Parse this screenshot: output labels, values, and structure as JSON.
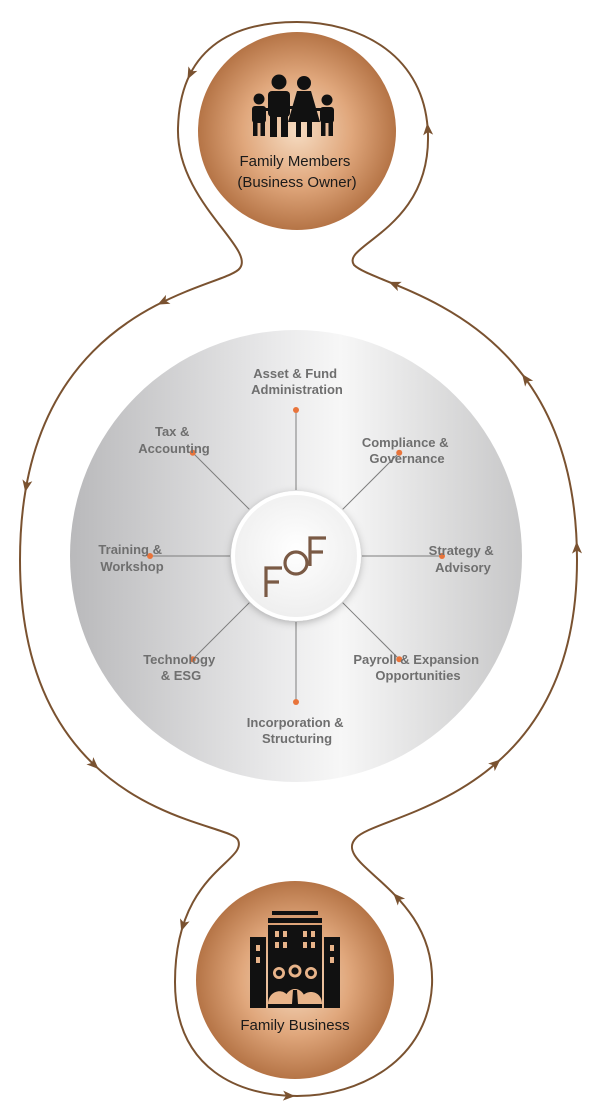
{
  "nodes": {
    "top": {
      "line1": "Family Members",
      "line2": "(Business Owner)",
      "icon": "family-icon"
    },
    "bottom": {
      "line1": "Family Business",
      "icon": "family-business-icon"
    }
  },
  "center": {
    "logo_text": "FOF"
  },
  "services": [
    {
      "key": "asset-fund-administration",
      "lines": [
        "Asset & Fund",
        "Administration"
      ]
    },
    {
      "key": "compliance-governance",
      "lines": [
        "Compliance &",
        "Governance"
      ]
    },
    {
      "key": "strategy-advisory",
      "lines": [
        "Strategy &",
        "Advisory"
      ]
    },
    {
      "key": "payroll-expansion",
      "lines": [
        "Payroll & Expansion",
        "Opportunities"
      ]
    },
    {
      "key": "incorporation-structuring",
      "lines": [
        "Incorporation &",
        "Structuring"
      ]
    },
    {
      "key": "technology-esg",
      "lines": [
        "Technology",
        "& ESG"
      ]
    },
    {
      "key": "training-workshop",
      "lines": [
        "Training &",
        "Workshop"
      ]
    },
    {
      "key": "tax-accounting",
      "lines": [
        "Tax &",
        "Accounting"
      ]
    }
  ],
  "colors": {
    "loop": "#7a5230",
    "dot": "#e8743b",
    "spoke": "#7d7d7d",
    "bronze_light": "#f6dcc2",
    "bronze_dark": "#b57446"
  }
}
